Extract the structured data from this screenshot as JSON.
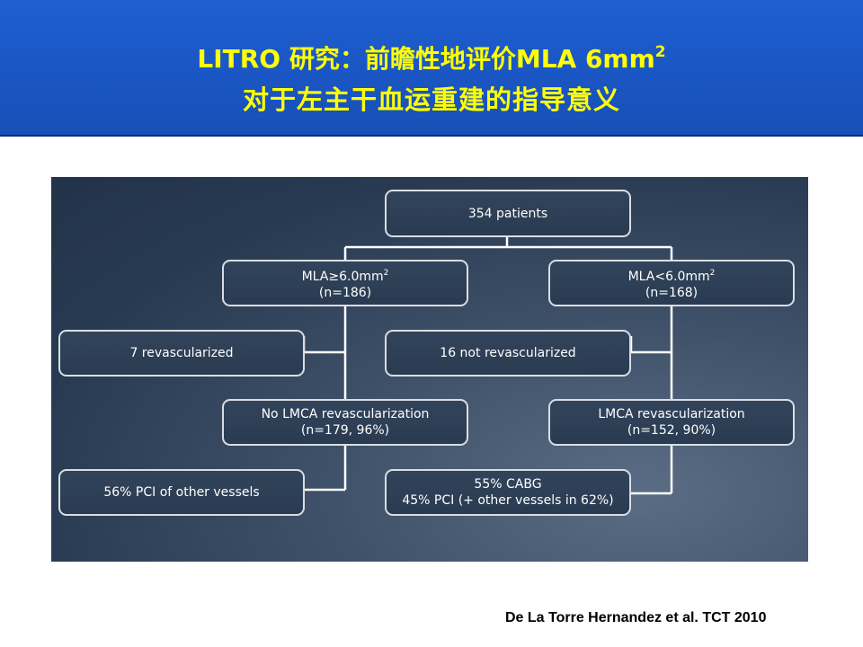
{
  "header": {
    "title_line1_main": "LITRO 研究：前瞻性地评价MLA 6mm",
    "title_line1_sup": "2",
    "title_line2": "对于左主干血运重建的指导意义"
  },
  "diagram": {
    "root": {
      "label": "354 patients"
    },
    "left_group": {
      "label_main": "MLA≥6.0mm",
      "label_sup": "2",
      "count": "(n=186)"
    },
    "right_group": {
      "label_main": "MLA<6.0mm",
      "label_sup": "2",
      "count": "(n=168)"
    },
    "left_side_outcome": {
      "label": "7 revascularized"
    },
    "right_side_outcome": {
      "label": "16 not revascularized"
    },
    "left_result": {
      "line1": "No LMCA revascularization",
      "line2": "(n=179, 96%)"
    },
    "right_result": {
      "line1": "LMCA revascularization",
      "line2": "(n=152, 90%)"
    },
    "left_detail": {
      "label": "56% PCI of other vessels"
    },
    "right_detail": {
      "line1": "55% CABG",
      "line2": "45% PCI (+ other vessels in 62%)"
    },
    "colors": {
      "box_border": "#d9dde3",
      "connector": "#ffffff",
      "title_text": "#ffff00",
      "header_bg": "#1a56c4"
    }
  },
  "citation": "De La Torre Hernandez et al.  TCT 2010"
}
